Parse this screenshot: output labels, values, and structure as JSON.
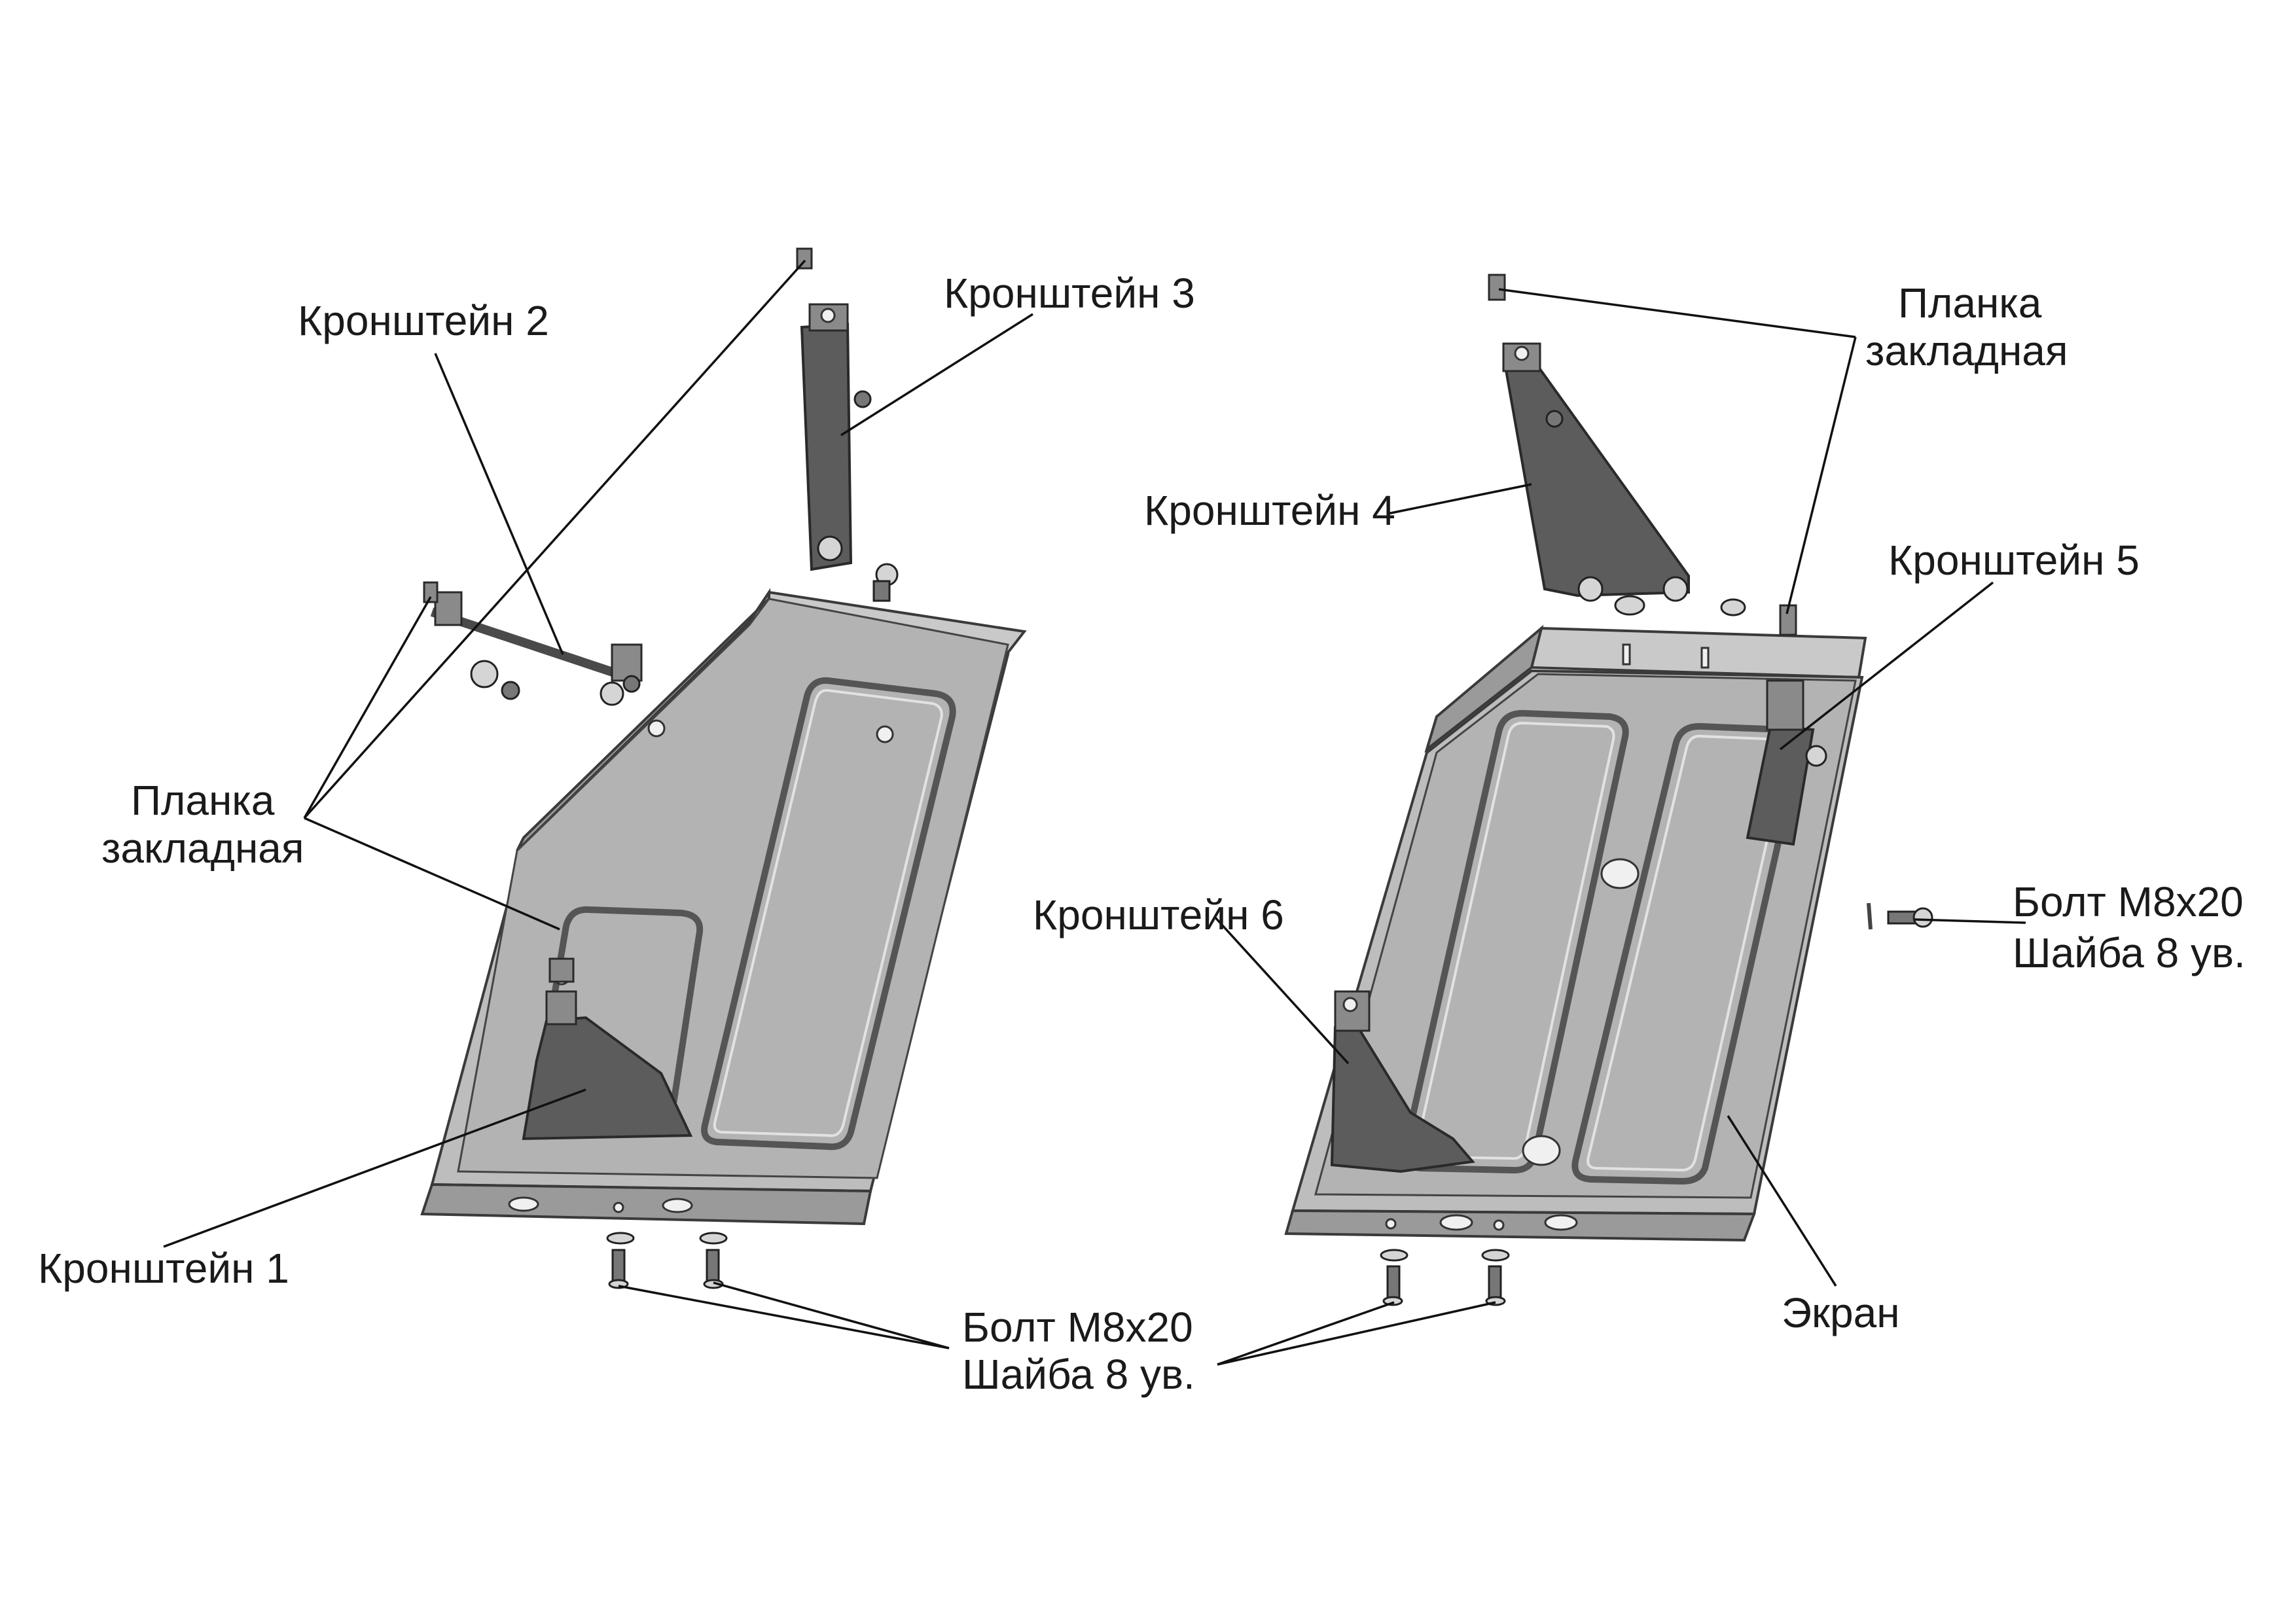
{
  "labels": {
    "bracket_1": "Кронштейн 1",
    "bracket_2": "Кронштейн 2",
    "bracket_3": "Кронштейн 3",
    "bracket_4": "Кронштейн 4",
    "bracket_5": "Кронштейн 5",
    "bracket_6": "Кронштейн 6",
    "embed_plate_line1": "Планка",
    "embed_plate_line2": "закладная",
    "bolt_line1": "Болт М8х20",
    "washer_line2": "Шайба 8 ув.",
    "screen": "Экран"
  },
  "colors": {
    "background": "#ffffff",
    "plate": "#bdbdbd",
    "bracket": "#5c5c5c",
    "leader": "#111111",
    "text": "#1a1a1a"
  }
}
